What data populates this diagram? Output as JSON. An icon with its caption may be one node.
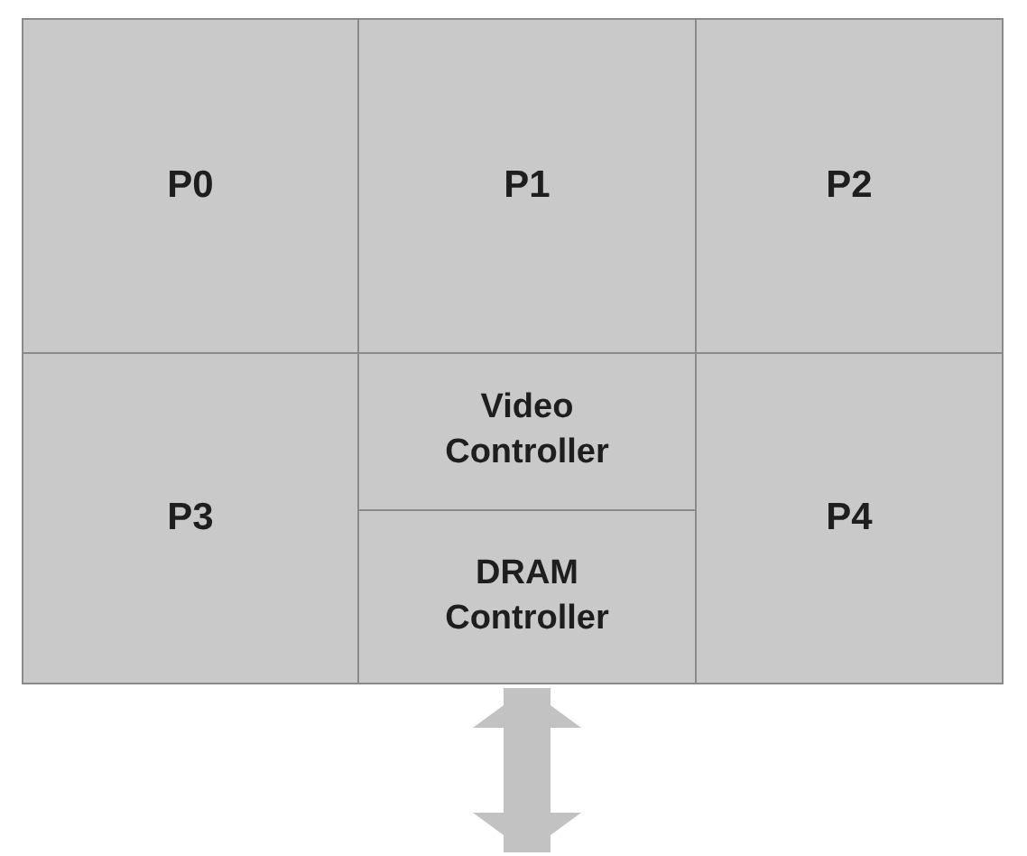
{
  "diagram": {
    "nodes": [
      {
        "text": [
          "P0"
        ]
      },
      {
        "text": [
          "P1"
        ]
      },
      {
        "text": [
          "P2"
        ]
      },
      {
        "text": [
          "P3"
        ]
      },
      {
        "text": [
          "Video Controller"
        ]
      },
      {
        "text": [
          "DRAM Controller"
        ]
      },
      {
        "text": [
          "P4"
        ]
      }
    ],
    "edges": [
      {
        "from": null,
        "to": 5,
        "arrow": "both"
      }
    ]
  }
}
